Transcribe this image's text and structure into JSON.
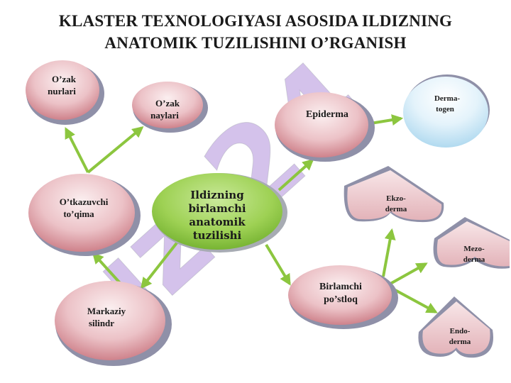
{
  "title": {
    "line1": "KLASTER TEXNOLOGIYASI ASOSIDA ILDIZNING",
    "line2": "ANATOMIK TUZILISHINI O’RGANISH"
  },
  "watermark": "uz.24",
  "center": {
    "lines": [
      "Ildizning",
      "birlamchi",
      "anatomik",
      "tuzilishi"
    ]
  },
  "nodes": {
    "ozak_nurlari": [
      "O’zak",
      "nurlari"
    ],
    "ozak_naylari": [
      "O’zak",
      "naylari"
    ],
    "otkazuvchi": [
      "O’tkazuvchi",
      "to’qima"
    ],
    "markaziy": [
      "Markaziy",
      "silindr"
    ],
    "epiderma": [
      "Epiderma"
    ],
    "dermatogen": [
      "Derma-",
      "togen"
    ],
    "birlamchi": [
      "Birlamchi",
      "po’stloq"
    ],
    "ekzoderma": [
      "Ekzo-",
      "derma"
    ],
    "mezoderma": [
      "Mezo-",
      "derma"
    ],
    "endoderma": [
      "Endo-",
      "derma"
    ]
  },
  "colors": {
    "node_fill": "#d98f98",
    "node_light": "#f8e4e6",
    "center_fill": "#8cc63f",
    "arrow": "#8cc63f",
    "shadow": "#8f90a8",
    "dermatogen": "#bfe1f2",
    "watermark": "#a986d8"
  }
}
